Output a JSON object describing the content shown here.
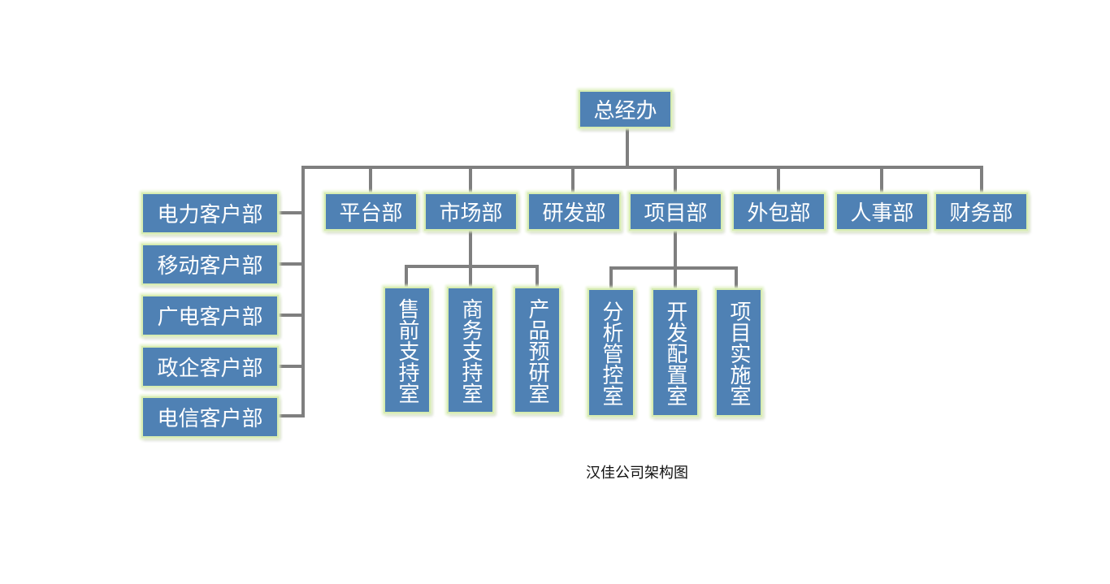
{
  "chart": {
    "root": "总经办",
    "departments": [
      "平台部",
      "市场部",
      "研发部",
      "项目部",
      "外包部",
      "人事部",
      "财务部"
    ],
    "customer_departments": [
      "电力客户部",
      "移动客户部",
      "广电客户部",
      "政企客户部",
      "电信客户部"
    ],
    "market_offices": [
      "售前支持室",
      "商务支持室",
      "产品预研室"
    ],
    "project_offices": [
      "分析管控室",
      "开发配置室",
      "项目实施室"
    ]
  },
  "caption": "汉佳公司架构图",
  "colors": {
    "box_fill": "#4f81b4",
    "box_border": "#d7ecb2",
    "connector": "#7f7f7f",
    "text": "#ffffff"
  }
}
